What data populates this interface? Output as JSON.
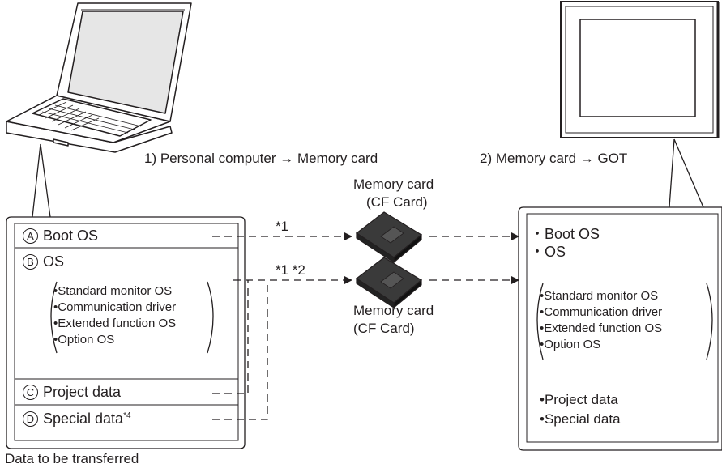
{
  "arrows": {
    "step1": "1) Personal computer → Memory card",
    "step2": "2) Memory card → GOT"
  },
  "memory_card_top": {
    "line1": "Memory card",
    "line2": "(CF Card)"
  },
  "memory_card_bottom": {
    "line1": "Memory card",
    "line2": "(CF Card)"
  },
  "notes": {
    "n1": "*1",
    "n12": "*1 *2"
  },
  "pc_panel": {
    "rows": [
      {
        "letter": "A",
        "label": "Boot OS"
      },
      {
        "letter": "B",
        "label": "OS"
      },
      {
        "letter": "C",
        "label": "Project data"
      },
      {
        "letter": "D",
        "label": "Special data",
        "sup": "*4"
      }
    ],
    "os_items": [
      "•Standard monitor OS",
      "•Communication driver",
      "•Extended function OS",
      "•Option OS"
    ],
    "caption": "Data to be transferred"
  },
  "got_panel": {
    "items_top": [
      "・Boot OS",
      "・OS"
    ],
    "os_items": [
      "•Standard monitor OS",
      "•Communication driver",
      "•Extended function OS",
      "•Option OS"
    ],
    "items_bottom": [
      "•Project data",
      "•Special data"
    ]
  }
}
